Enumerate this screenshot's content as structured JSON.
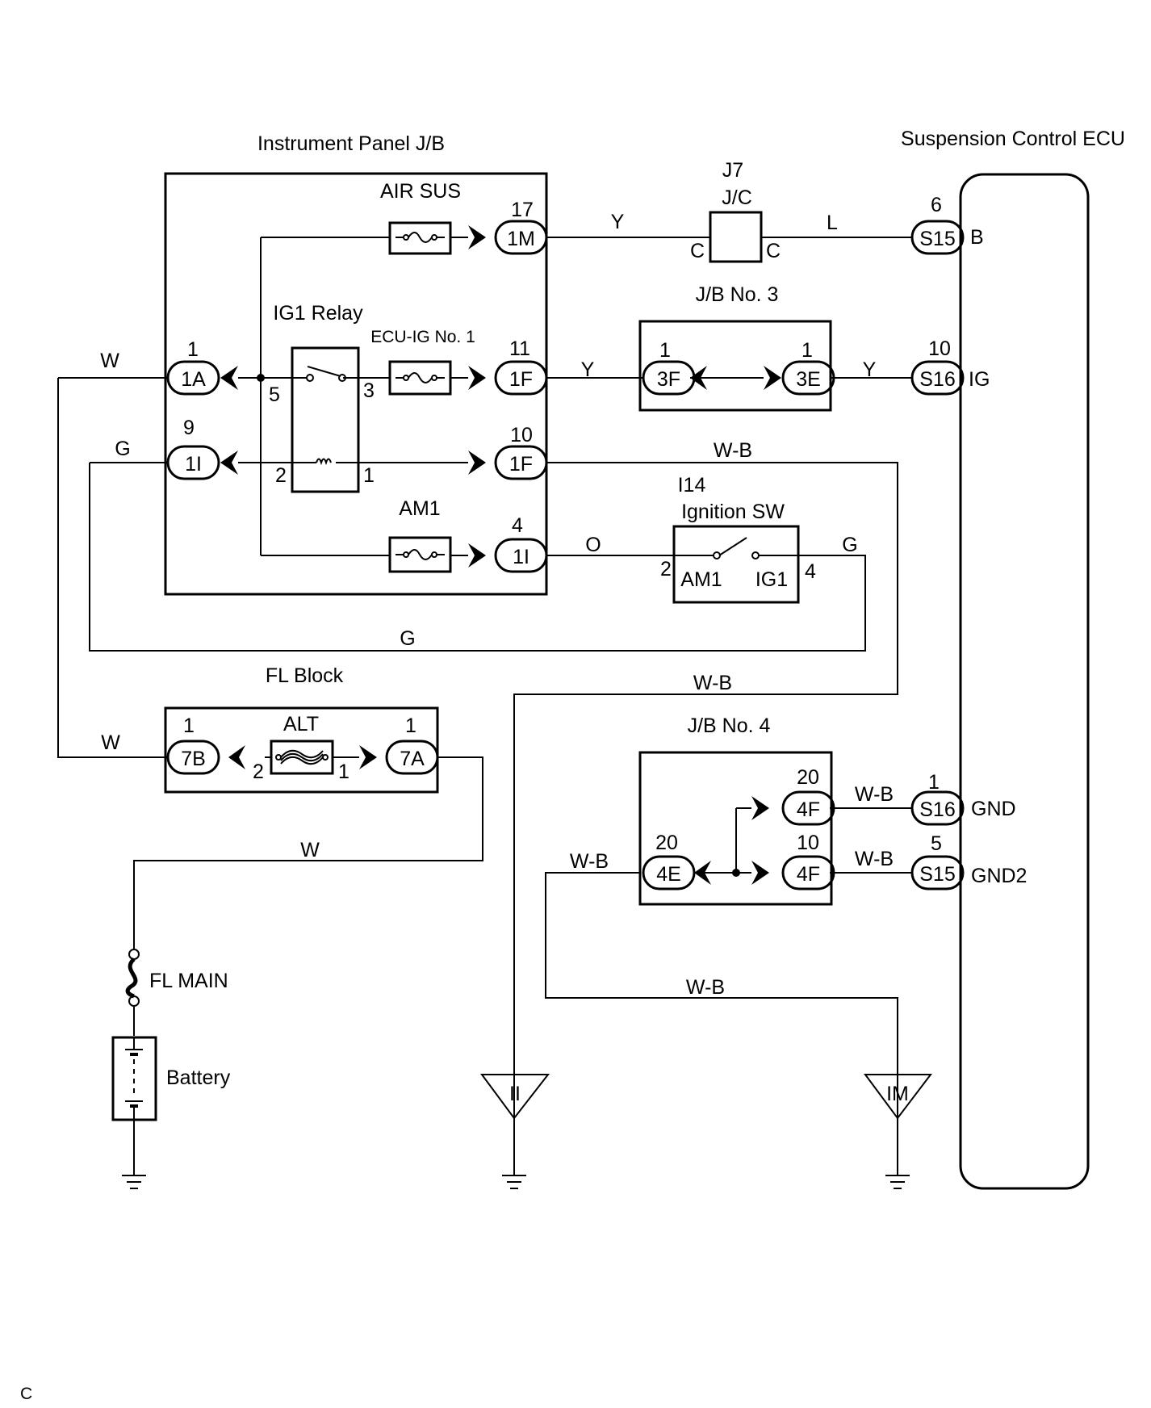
{
  "labels": {
    "ip_jb": "Instrument Panel J/B",
    "ecu": "Suspension Control ECU",
    "air_sus": "AIR SUS",
    "j7": "J7",
    "jc": "J/C",
    "jb3": "J/B No. 3",
    "ig1_relay": "IG1 Relay",
    "ecu_ig": "ECU-IG No. 1",
    "am1": "AM1",
    "i14": "I14",
    "ign_sw": "Ignition SW",
    "sw_am1": "AM1",
    "sw_ig1": "IG1",
    "fl_block": "FL Block",
    "alt": "ALT",
    "jb4": "J/B No. 4",
    "fl_main": "FL MAIN",
    "battery": "Battery",
    "gnd_ii": "II",
    "gnd_im": "IM",
    "corner": "C"
  },
  "connectors": {
    "c1M": "1M",
    "c1A": "1A",
    "c1F_top": "1F",
    "c1I_left": "1I",
    "c1F_mid": "1F",
    "c1I_bot": "1I",
    "c3F": "3F",
    "c3E": "3E",
    "cS15_b": "S15",
    "cS16_ig": "S16",
    "c7B": "7B",
    "c7A": "7A",
    "c4F_top": "4F",
    "c4E": "4E",
    "c4F_bot": "4F",
    "cS16_gnd": "S16",
    "cS15_gnd2": "S15",
    "jc_c_left": "C",
    "jc_c_right": "C"
  },
  "pins": {
    "p17": "17",
    "p6": "6",
    "p1_1A": "1",
    "p11": "11",
    "p1_3F": "1",
    "p1_3E": "1",
    "p10_ig": "10",
    "p9": "9",
    "p10_1F": "10",
    "p4_1I": "4",
    "p5": "5",
    "p3": "3",
    "p2_relay": "2",
    "p1_relay": "1",
    "p2_sw": "2",
    "p4_sw": "4",
    "p1_7B": "1",
    "p1_7A": "1",
    "p2_alt": "2",
    "p1_alt": "1",
    "p20_4F": "20",
    "p10_4F": "10",
    "p20_4E": "20",
    "p1_gnd": "1",
    "p5_gnd2": "5"
  },
  "ecu_terminals": {
    "b": "B",
    "ig": "IG",
    "gnd": "GND",
    "gnd2": "GND2"
  },
  "wire_colors": {
    "y1": "Y",
    "l": "L",
    "w_1a": "W",
    "y2": "Y",
    "y3": "Y",
    "g_1i": "G",
    "wb_top": "W-B",
    "o": "O",
    "g_sw": "G",
    "g_bot": "G",
    "wb_mid": "W-B",
    "w_7b": "W",
    "w_alt": "W",
    "wb_4e": "W-B",
    "wb_4f_top": "W-B",
    "wb_4f_bot": "W-B",
    "wb_gnd": "W-B"
  }
}
